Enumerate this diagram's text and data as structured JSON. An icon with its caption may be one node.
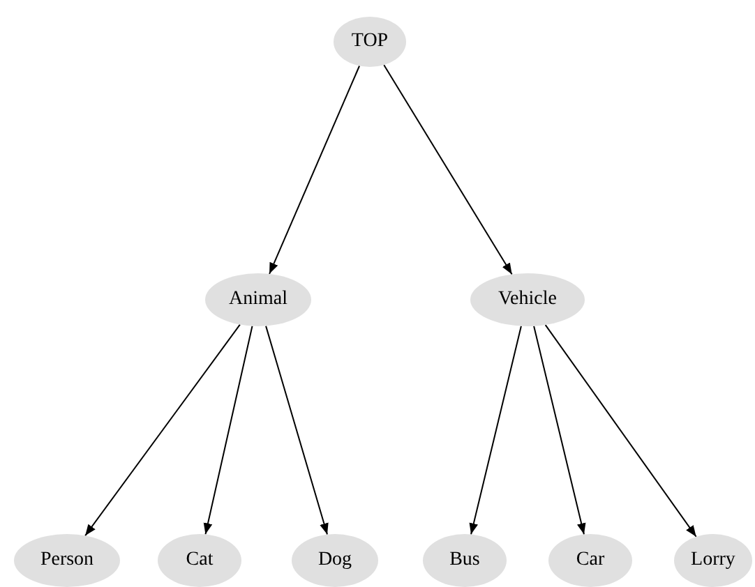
{
  "diagram": {
    "nodes": [
      {
        "text": [
          "TOP"
        ]
      },
      {
        "text": [
          "Animal"
        ]
      },
      {
        "text": [
          "Vehicle"
        ]
      },
      {
        "text": [
          "Person"
        ]
      },
      {
        "text": [
          "Cat"
        ]
      },
      {
        "text": [
          "Dog"
        ]
      },
      {
        "text": [
          "Bus"
        ]
      },
      {
        "text": [
          "Car"
        ]
      },
      {
        "text": [
          "Lorry"
        ]
      }
    ],
    "edges": [
      {
        "from": 0,
        "to": 1,
        "arrow": "to"
      },
      {
        "from": 0,
        "to": 2,
        "arrow": "to"
      },
      {
        "from": 1,
        "to": 3,
        "arrow": "to"
      },
      {
        "from": 1,
        "to": 4,
        "arrow": "to"
      },
      {
        "from": 1,
        "to": 5,
        "arrow": "to"
      },
      {
        "from": 2,
        "to": 6,
        "arrow": "to"
      },
      {
        "from": 2,
        "to": 7,
        "arrow": "to"
      },
      {
        "from": 2,
        "to": 8,
        "arrow": "to"
      }
    ]
  }
}
